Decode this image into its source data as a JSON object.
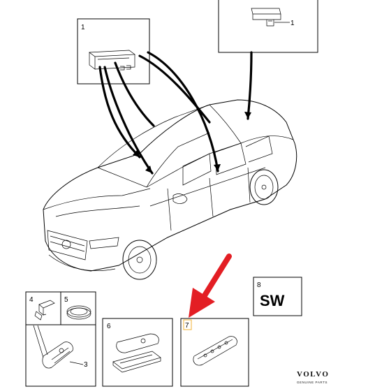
{
  "callouts": {
    "c1_box": "1",
    "c1_lead": "1",
    "c3": "3",
    "c4": "4",
    "c5": "5",
    "c6": "6",
    "c7": "7",
    "c8": "8",
    "sw": "SW"
  },
  "brand": {
    "name": "VOLVO",
    "sub": "GENUINE PARTS"
  },
  "colors": {
    "highlight_arrow": "#e31e24",
    "highlight_box": "#f2b233"
  }
}
